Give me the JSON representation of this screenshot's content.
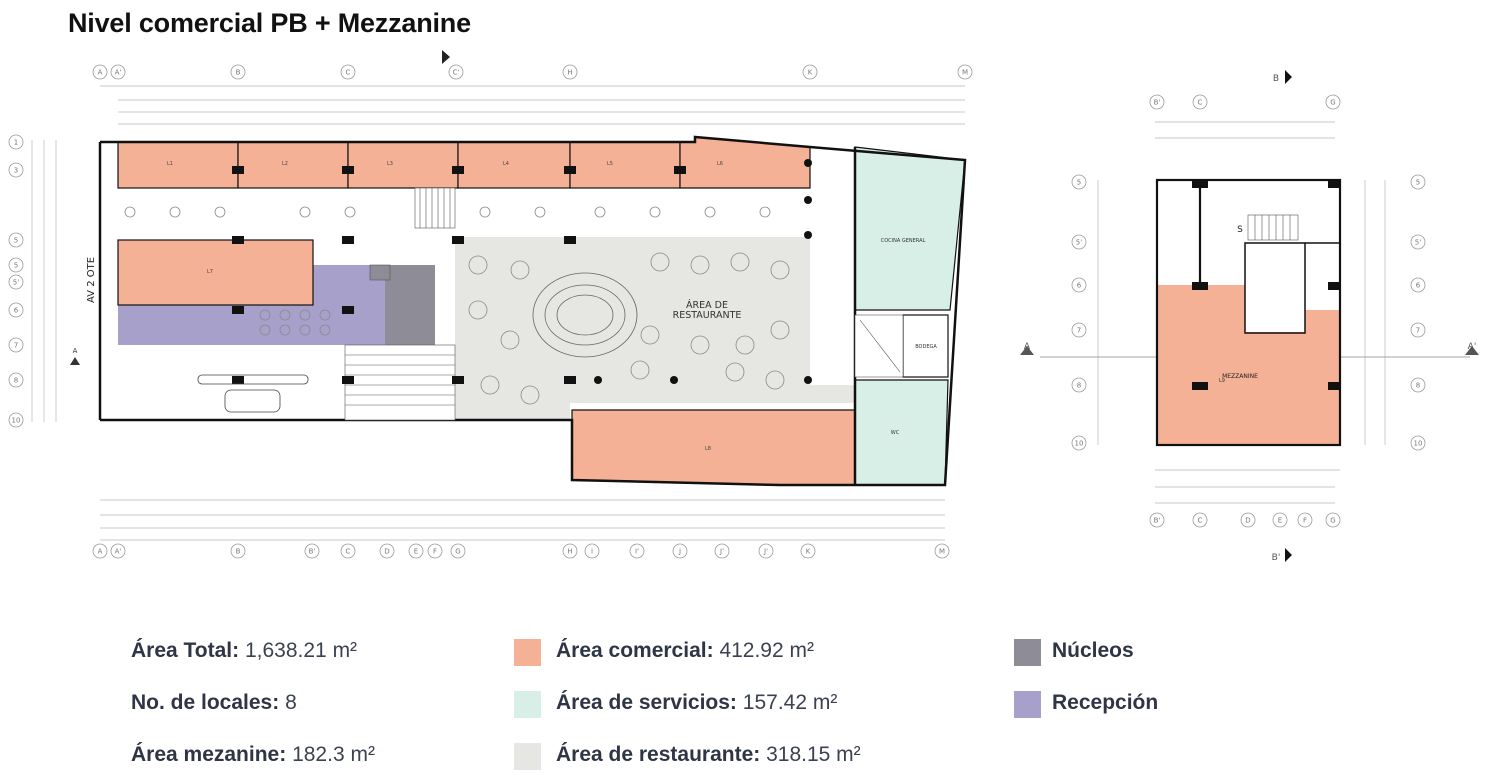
{
  "title": "Nivel comercial PB + Mezzanine",
  "colors": {
    "comercial": "#f4b196",
    "servicios": "#d7efe6",
    "restaurante": "#e6e6e3",
    "nucleos": "#8e8d97",
    "recepcion": "#a7a0cb",
    "walls": "#111111"
  },
  "plan_main": {
    "grid_top": [
      "A",
      "A'",
      "B",
      "C",
      "C'",
      "H",
      "K",
      "M"
    ],
    "grid_bottom": [
      "A",
      "A'",
      "B",
      "B'",
      "C",
      "D",
      "E",
      "F",
      "G",
      "H",
      "I",
      "I'",
      "J",
      "J'",
      "J'",
      "K",
      "M"
    ],
    "grid_left": [
      "1",
      "3",
      "5",
      "5",
      "5'",
      "6",
      "7",
      "8",
      "10"
    ],
    "street": "AV 2 OTE",
    "units": [
      "L1",
      "L2",
      "L3",
      "L4",
      "L5",
      "L6",
      "L7",
      "L8"
    ],
    "rooms": {
      "cocina": "COCINA GENERAL",
      "restaurante": "ÁREA DE\nRESTAURANTE",
      "bodega": "BODEGA",
      "wc": "WC"
    }
  },
  "plan_mezz": {
    "grid_top": [
      "B'",
      "C",
      "G"
    ],
    "grid_bottom": [
      "B'",
      "C",
      "D",
      "E",
      "F",
      "G"
    ],
    "grid_left": [
      "5",
      "5'",
      "6",
      "7",
      "8",
      "10"
    ],
    "grid_right": [
      "5",
      "5'",
      "6",
      "7",
      "8",
      "10"
    ],
    "label": "MEZZANINE",
    "unit": "L9",
    "section_top": "B",
    "section_bottom": "B'",
    "section_left": "A",
    "section_right": "A'"
  },
  "legend": {
    "area_total_label": "Área Total:",
    "area_total_value": "1,638.21 m²",
    "locales_label": "No. de locales:",
    "locales_value": "8",
    "mezanine_label": "Área mezanine:",
    "mezanine_value": "182.3 m²",
    "comercial_label": "Área comercial:",
    "comercial_value": "412.92 m²",
    "servicios_label": "Área de servicios:",
    "servicios_value": "157.42 m²",
    "restaurante_label": "Área de restaurante:",
    "restaurante_value": "318.15 m²",
    "nucleos_label": "Núcleos",
    "recepcion_label": "Recepción"
  }
}
